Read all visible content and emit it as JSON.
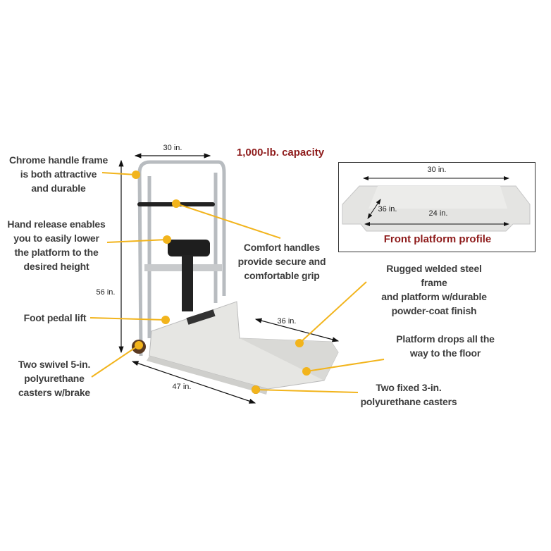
{
  "capacity": "1,000-lb. capacity",
  "callouts": [
    {
      "text": "Chrome handle frame\nis both attractive\nand durable"
    },
    {
      "text": "Hand release enables\nyou to easily lower\nthe platform to the\ndesired height"
    },
    {
      "text": "Comfort handles\nprovide secure and\ncomfortable grip"
    },
    {
      "text": "Foot pedal lift"
    },
    {
      "text": "Two swivel 5-in.\npolyurethane\ncasters w/brake"
    },
    {
      "text": "Rugged welded steel frame\nand platform w/durable\npowder-coat finish"
    },
    {
      "text": "Platform drops all the\nway to the floor"
    },
    {
      "text": "Two fixed 3-in.\npolyurethane casters"
    }
  ],
  "dimensions": {
    "width": "30 in.",
    "height": "56 in.",
    "platform_depth": "36 in.",
    "length": "47 in."
  },
  "profile": {
    "title": "Front platform profile",
    "width_top": "30 in.",
    "depth": "36 in.",
    "width_inner": "24 in."
  },
  "colors": {
    "callout": "#f2b41c",
    "accent": "#8e1b1b",
    "text": "#3d3d3d"
  }
}
